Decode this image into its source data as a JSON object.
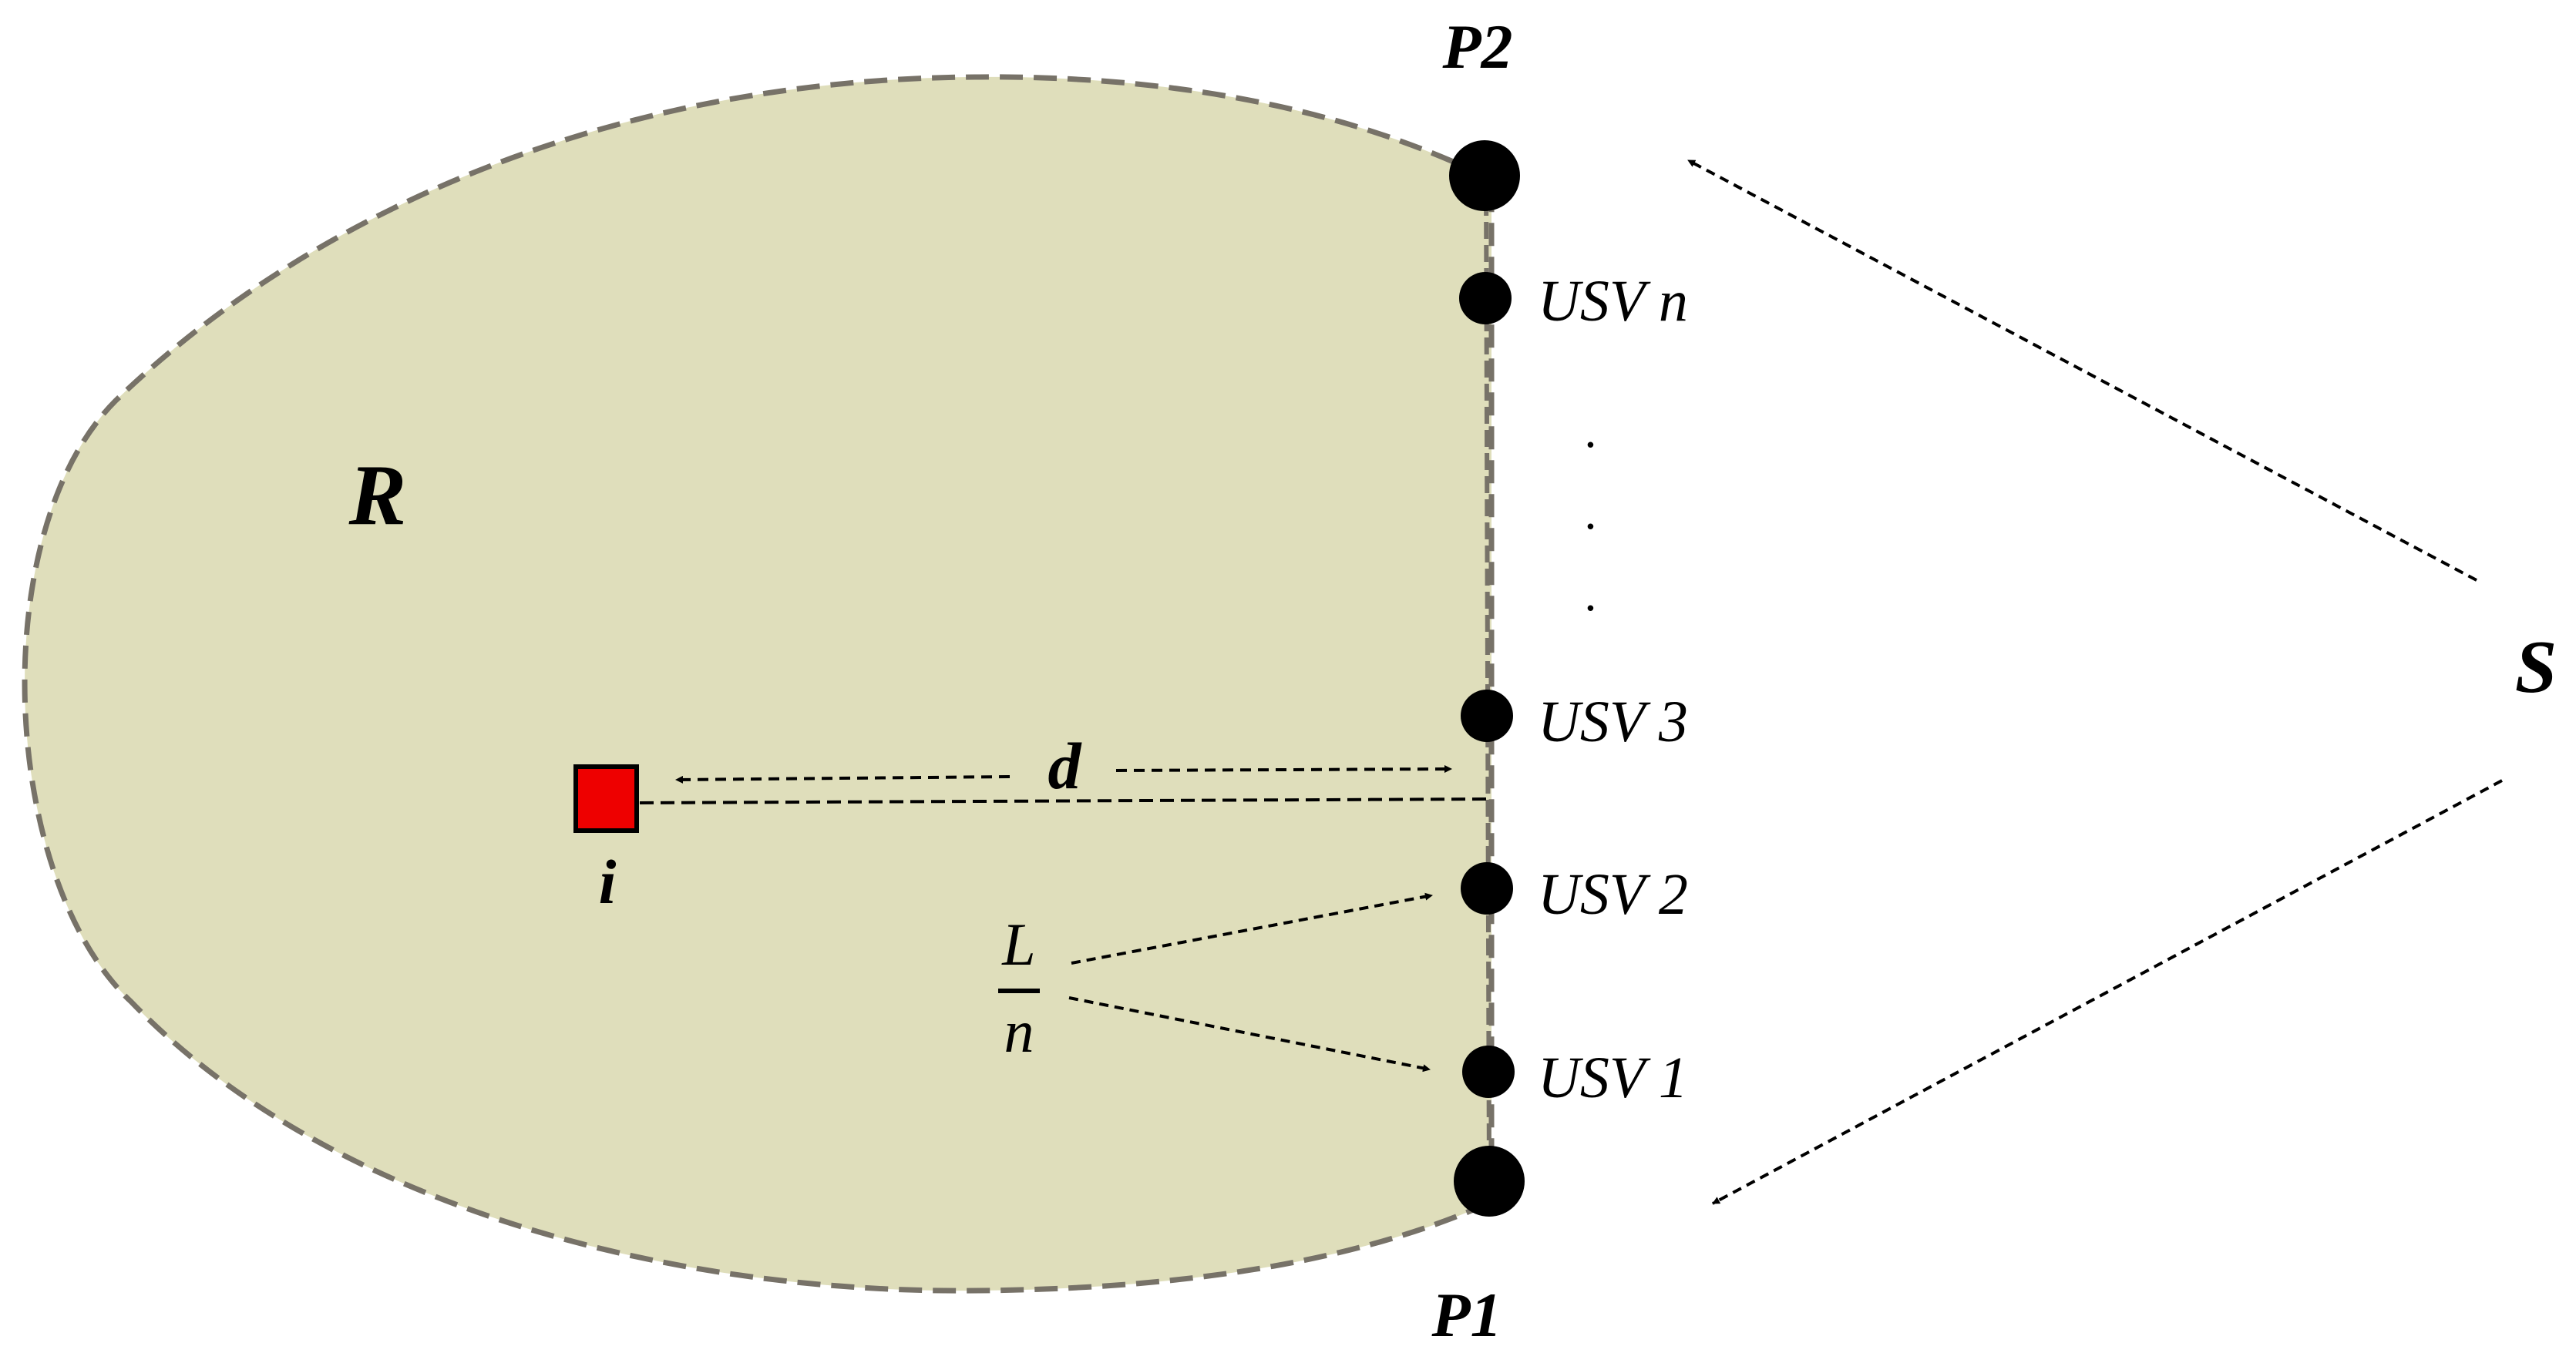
{
  "colors": {
    "region_fill": "#dfdebb",
    "region_stroke": "#777268",
    "target_fill": "#ee0000",
    "marker": "#000000",
    "line": "#000000"
  },
  "labels": {
    "region": "R",
    "target": "i",
    "distance": "d",
    "spacing_numerator": "L",
    "spacing_denominator": "n",
    "source": "S",
    "point_top": "P2",
    "point_bottom": "P1"
  },
  "usvs": [
    {
      "label": "USV n"
    },
    {
      "label": "USV 3"
    },
    {
      "label": "USV 2"
    },
    {
      "label": "USV 1"
    }
  ],
  "ellipsis": ".",
  "icons": {
    "target": "red-square-icon",
    "usv": "black-dot-icon",
    "endpoint": "large-black-dot-icon"
  }
}
